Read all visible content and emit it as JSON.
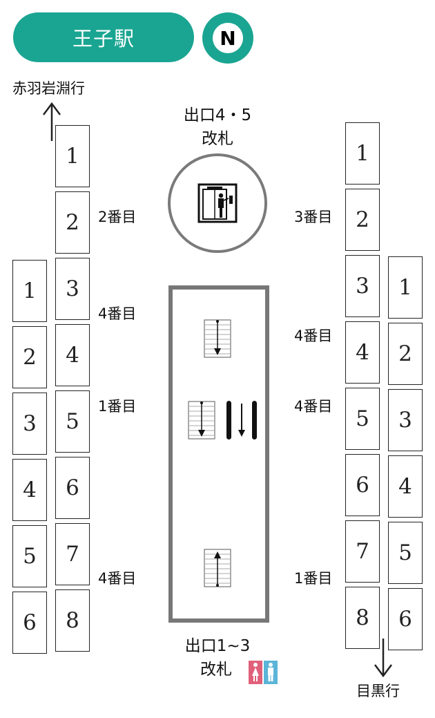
{
  "station": {
    "name": "王子駅"
  },
  "north_badge": {
    "label": "N"
  },
  "directions": {
    "north": "赤羽岩淵行",
    "south": "目黒行"
  },
  "exits": {
    "top_line1": "出口4・5",
    "top_line2": "改札",
    "bottom_line1": "出口1~3",
    "bottom_line2": "改札"
  },
  "left_train": {
    "outer_cars": [
      "1",
      "2",
      "3",
      "4",
      "5",
      "6"
    ],
    "inner_cars": [
      "1",
      "2",
      "3",
      "4",
      "5",
      "6",
      "7",
      "8"
    ],
    "labels": [
      "2番目",
      "4番目",
      "1番目",
      "4番目"
    ]
  },
  "right_train": {
    "inner_cars": [
      "1",
      "2",
      "3",
      "4",
      "5",
      "6",
      "7",
      "8"
    ],
    "outer_cars": [
      "1",
      "2",
      "3",
      "4",
      "5",
      "6"
    ],
    "labels": [
      "3番目",
      "4番目",
      "4番目",
      "1番目"
    ]
  },
  "icons": {
    "elevator": "elevator-icon",
    "stairs": "stairs-icon",
    "escalator": "escalator-icon",
    "restroom_female": "female-restroom-icon",
    "restroom_male": "male-restroom-icon"
  },
  "colors": {
    "brand": "#1aa592",
    "female": "#e0607a",
    "male": "#5bb5d8"
  }
}
